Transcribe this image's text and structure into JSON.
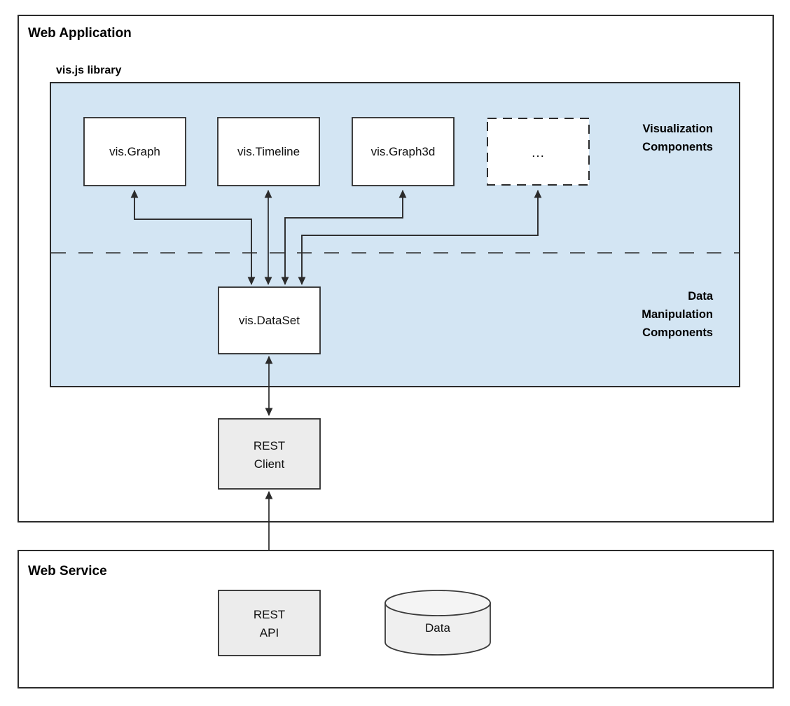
{
  "diagram": {
    "type": "architecture-block-diagram",
    "background": "#ffffff",
    "colors": {
      "panel_fill": "#d3e5f3",
      "node_fill": "#ffffff",
      "gray_node_fill": "#ececec",
      "cylinder_fill": "#efefef",
      "stroke": "#2b2b2b"
    },
    "frames": [
      {
        "id": "web-application",
        "title": "Web Application"
      },
      {
        "id": "web-service",
        "title": "Web Service"
      }
    ],
    "library": {
      "title": "vis.js library",
      "layers": [
        {
          "id": "visualization",
          "label": "Visualization\nComponents",
          "line1": "Visualization",
          "line2": "Components"
        },
        {
          "id": "data-manipulation",
          "label": "Data Manipulation Components",
          "line1": "Data",
          "line2": "Manipulation",
          "line3": "Components"
        }
      ]
    },
    "nodes": [
      {
        "id": "vis-graph",
        "label": "vis.Graph",
        "style": "solid"
      },
      {
        "id": "vis-timeline",
        "label": "vis.Timeline",
        "style": "solid"
      },
      {
        "id": "vis-graph3d",
        "label": "vis.Graph3d",
        "style": "solid"
      },
      {
        "id": "more-components",
        "label": "...",
        "style": "dashed"
      },
      {
        "id": "vis-dataset",
        "label": "vis.DataSet",
        "style": "solid"
      },
      {
        "id": "rest-client",
        "label": "REST Client",
        "line1": "REST",
        "line2": "Client",
        "style": "gray"
      },
      {
        "id": "rest-api",
        "label": "REST API",
        "line1": "REST",
        "line2": "API",
        "style": "gray"
      },
      {
        "id": "data-store",
        "label": "Data",
        "style": "cylinder"
      }
    ],
    "edges": [
      {
        "from": "vis-dataset",
        "to": "vis-graph",
        "direction": "bidirectional"
      },
      {
        "from": "vis-dataset",
        "to": "vis-timeline",
        "direction": "bidirectional"
      },
      {
        "from": "vis-dataset",
        "to": "vis-graph3d",
        "direction": "bidirectional"
      },
      {
        "from": "vis-dataset",
        "to": "more-components",
        "direction": "bidirectional"
      },
      {
        "from": "vis-dataset",
        "to": "rest-client",
        "direction": "bidirectional"
      },
      {
        "from": "rest-client",
        "to": "rest-api",
        "direction": "bidirectional"
      },
      {
        "from": "rest-api",
        "to": "data-store",
        "direction": "bidirectional"
      }
    ]
  }
}
